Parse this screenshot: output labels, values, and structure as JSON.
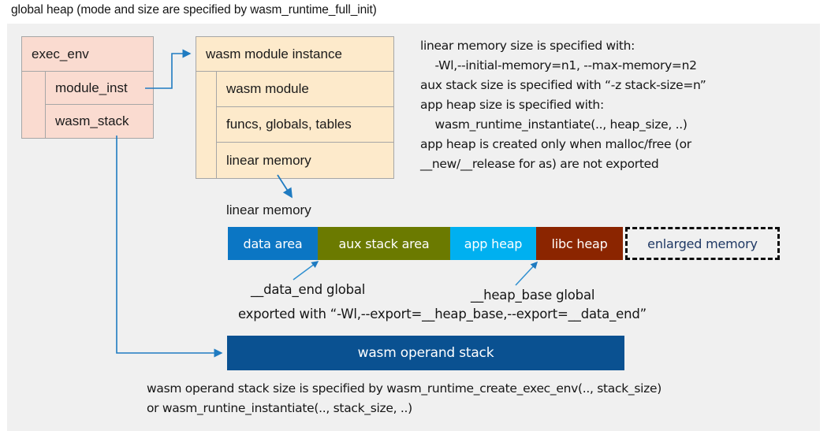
{
  "title": "global heap (mode and size are specified by wasm_runtime_full_init)",
  "colors": {
    "panel_bg": "#f0f0f0",
    "exec_env_fill": "#fadbd0",
    "module_inst_fill": "#fdeacb",
    "box_border": "#a6a6a6",
    "arrow": "#1f7bc1",
    "data_area": "#0b76c4",
    "aux_stack_area": "#6b7a00",
    "app_heap": "#00b0f0",
    "libc_heap": "#8b2500",
    "enlarged_memory_border": "#0d0d0d",
    "enlarged_memory_text": "#1f3864",
    "operand_stack_fill": "#0a5191"
  },
  "exec_env": {
    "header": "exec_env",
    "fields": [
      "module_inst",
      "wasm_stack"
    ]
  },
  "module_instance": {
    "header": "wasm module instance",
    "fields": [
      "wasm module",
      "funcs, globals, tables",
      "linear memory"
    ]
  },
  "notes": {
    "main": "linear memory size is specified with:\n    -Wl,--initial-memory=n1, --max-memory=n2\naux stack size is specified with “-z stack-size=n”\napp heap size is specified with:\n    wasm_runtime_instantiate(.., heap_size, ..)\napp heap is created only when malloc/free (or\n__new/__release for as) are not exported",
    "bottom": "wasm operand stack size is specified by wasm_runtime_create_exec_env(.., stack_size)\nor wasm_runtine_instantiate(.., stack_size, ..)"
  },
  "linear_memory": {
    "label": "linear memory",
    "segments": [
      {
        "label": "data area",
        "color": "#0b76c4",
        "width": 114
      },
      {
        "label": "aux stack area",
        "color": "#6b7a00",
        "width": 168
      },
      {
        "label": "app heap",
        "color": "#00b0f0",
        "width": 109
      },
      {
        "label": "libc heap",
        "color": "#8b2500",
        "width": 110
      },
      {
        "label": "enlarged memory",
        "color": "#f0f0f0",
        "width": 196,
        "dashed": true
      }
    ]
  },
  "annotations": {
    "data_end": "__data_end global",
    "heap_base": "__heap_base global",
    "exported": "exported with “-Wl,--export=__heap_base,--export=__data_end”"
  },
  "operand_stack": {
    "label": "wasm operand stack"
  }
}
